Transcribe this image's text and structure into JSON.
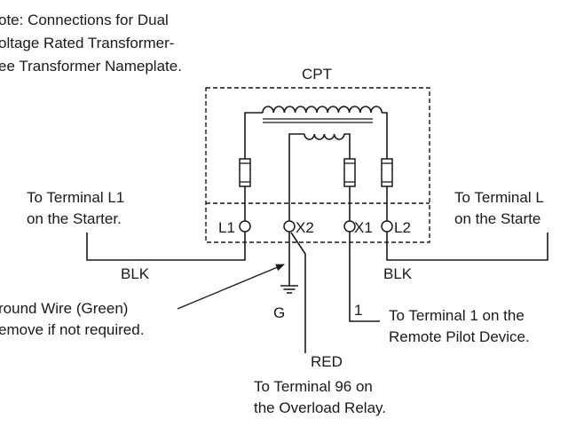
{
  "note": {
    "lines": [
      "ote: Connections for Dual",
      "oltage Rated Transformer-",
      "ee Transformer Nameplate."
    ]
  },
  "transformer": {
    "label": "CPT"
  },
  "terminals": {
    "l1": "L1",
    "x2": "X2",
    "x1": "X1",
    "l2": "L2"
  },
  "left_callout": {
    "line1": "To Terminal L1",
    "line2": "on the Starter."
  },
  "right_callout": {
    "line1": "To Terminal L",
    "line2": "on the Starte"
  },
  "wires": {
    "left_color": "BLK",
    "right_color": "BLK",
    "x2_color": "RED",
    "x1_number": "1"
  },
  "ground": {
    "symbol_label": "G",
    "line1": "round Wire (Green)",
    "line2": "emove if not required."
  },
  "pilot_callout": {
    "line1": "To Terminal 1 on the",
    "line2": "Remote Pilot Device."
  },
  "overload_callout": {
    "line1": "To Terminal 96 on",
    "line2": "the Overload Relay."
  },
  "colors": {
    "ink": "#1a1a1a",
    "background": "#ffffff"
  }
}
